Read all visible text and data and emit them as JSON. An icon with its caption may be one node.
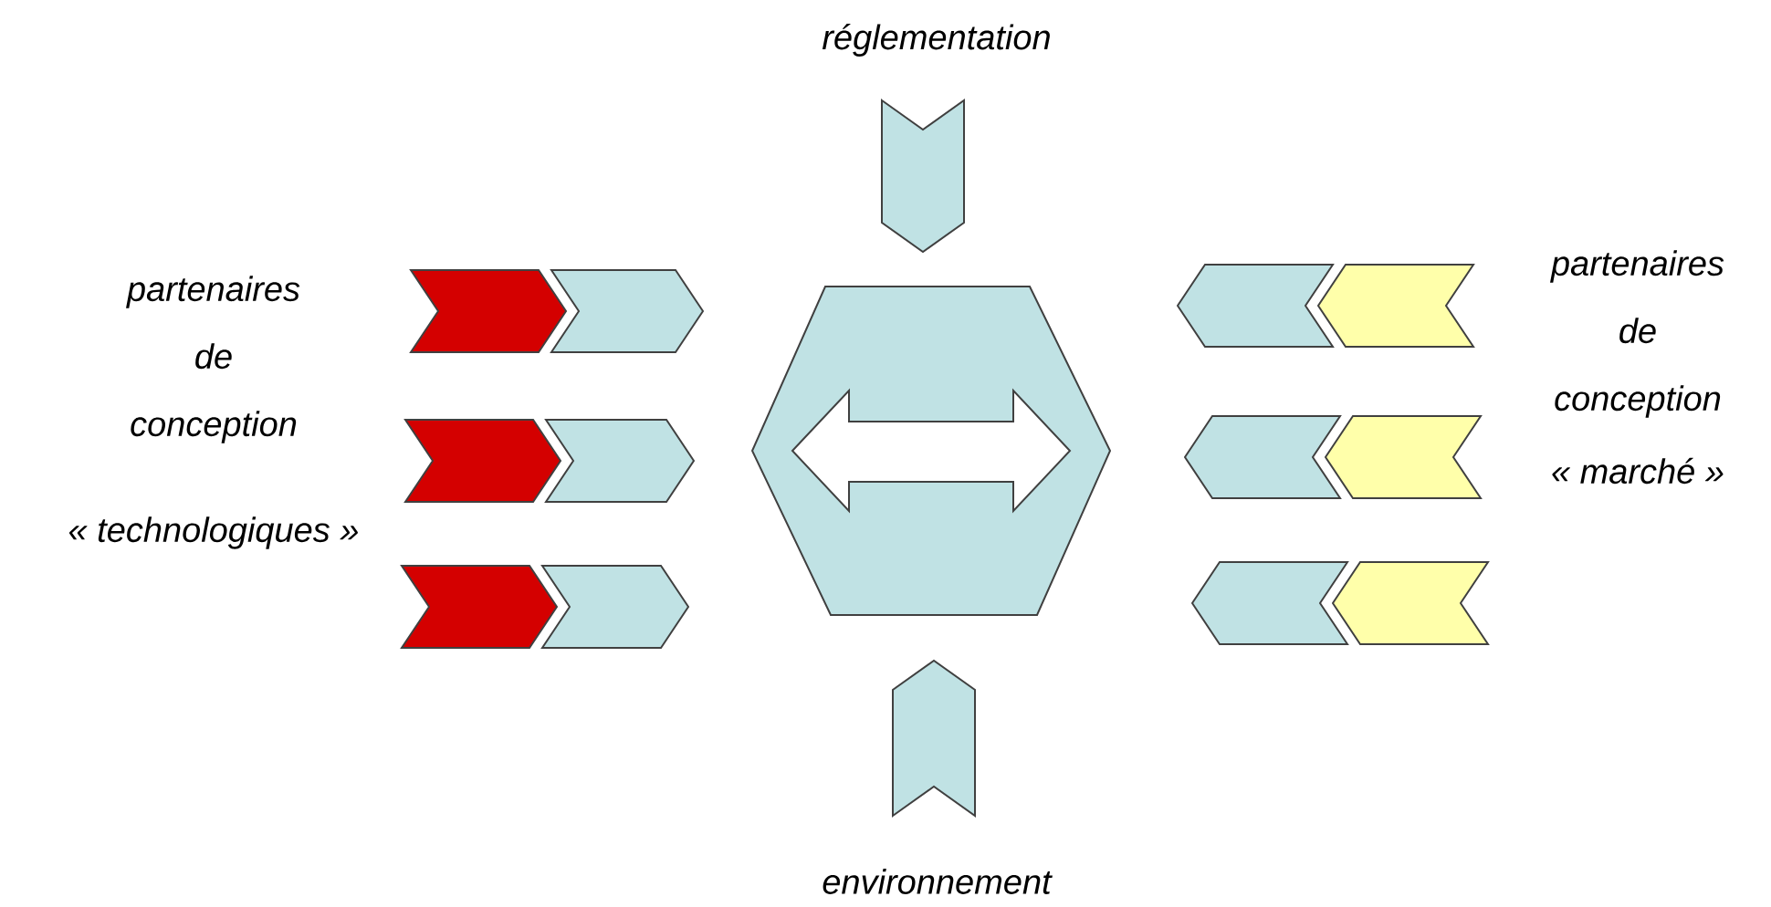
{
  "diagram": {
    "nodes": [
      {
        "text": [],
        "shape": "chevron",
        "beside": [
          "réglementation"
        ]
      },
      {
        "text": [],
        "shape": "chevron"
      },
      {
        "text": [],
        "shape": "chevron"
      },
      {
        "text": [],
        "shape": "chevron"
      },
      {
        "text": [],
        "shape": "chevron"
      },
      {
        "text": [],
        "shape": "hexagon"
      },
      {
        "text": [],
        "shape": "chevron"
      },
      {
        "text": [],
        "shape": "chevron"
      },
      {
        "text": [],
        "shape": "chevron"
      },
      {
        "text": [],
        "shape": "chevron"
      },
      {
        "text": [],
        "shape": "chevron"
      },
      {
        "text": [],
        "shape": "chevron"
      },
      {
        "text": [],
        "shape": "chevron"
      },
      {
        "text": [],
        "shape": "chevron"
      },
      {
        "text": [],
        "shape": "chevron",
        "beside": [
          "environnement"
        ]
      }
    ],
    "edges": [],
    "labels": [
      "partenaires de conception",
      "« technologiques »",
      "partenaires de conception",
      "« marché »"
    ]
  }
}
